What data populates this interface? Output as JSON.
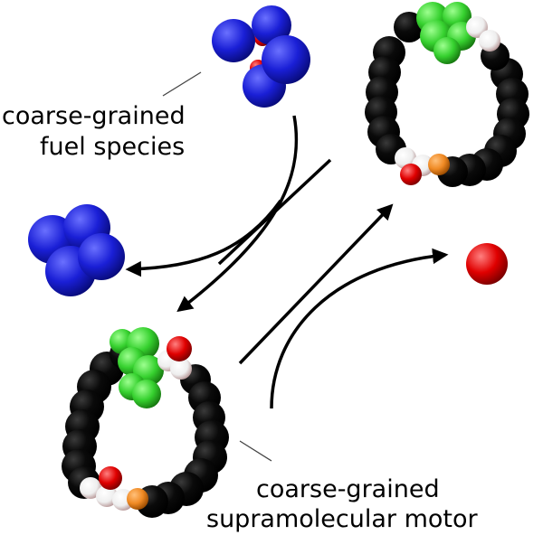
{
  "labels": {
    "fuel_line1": "coarse-grained",
    "fuel_line2": "fuel species",
    "motor_line1": "coarse-grained",
    "motor_line2": "supramolecular motor"
  },
  "colors": {
    "fuel_bead": "#1a1fd6",
    "fuel_core": "#e00000",
    "backbone": "#0a0a0a",
    "ring": "#36d12f",
    "binding_site": "#f4f4f4",
    "binding_tint": "#c9a9a9",
    "site_marker": "#f08a24",
    "waste_particle": "#e00000",
    "arrow": "#000000"
  }
}
